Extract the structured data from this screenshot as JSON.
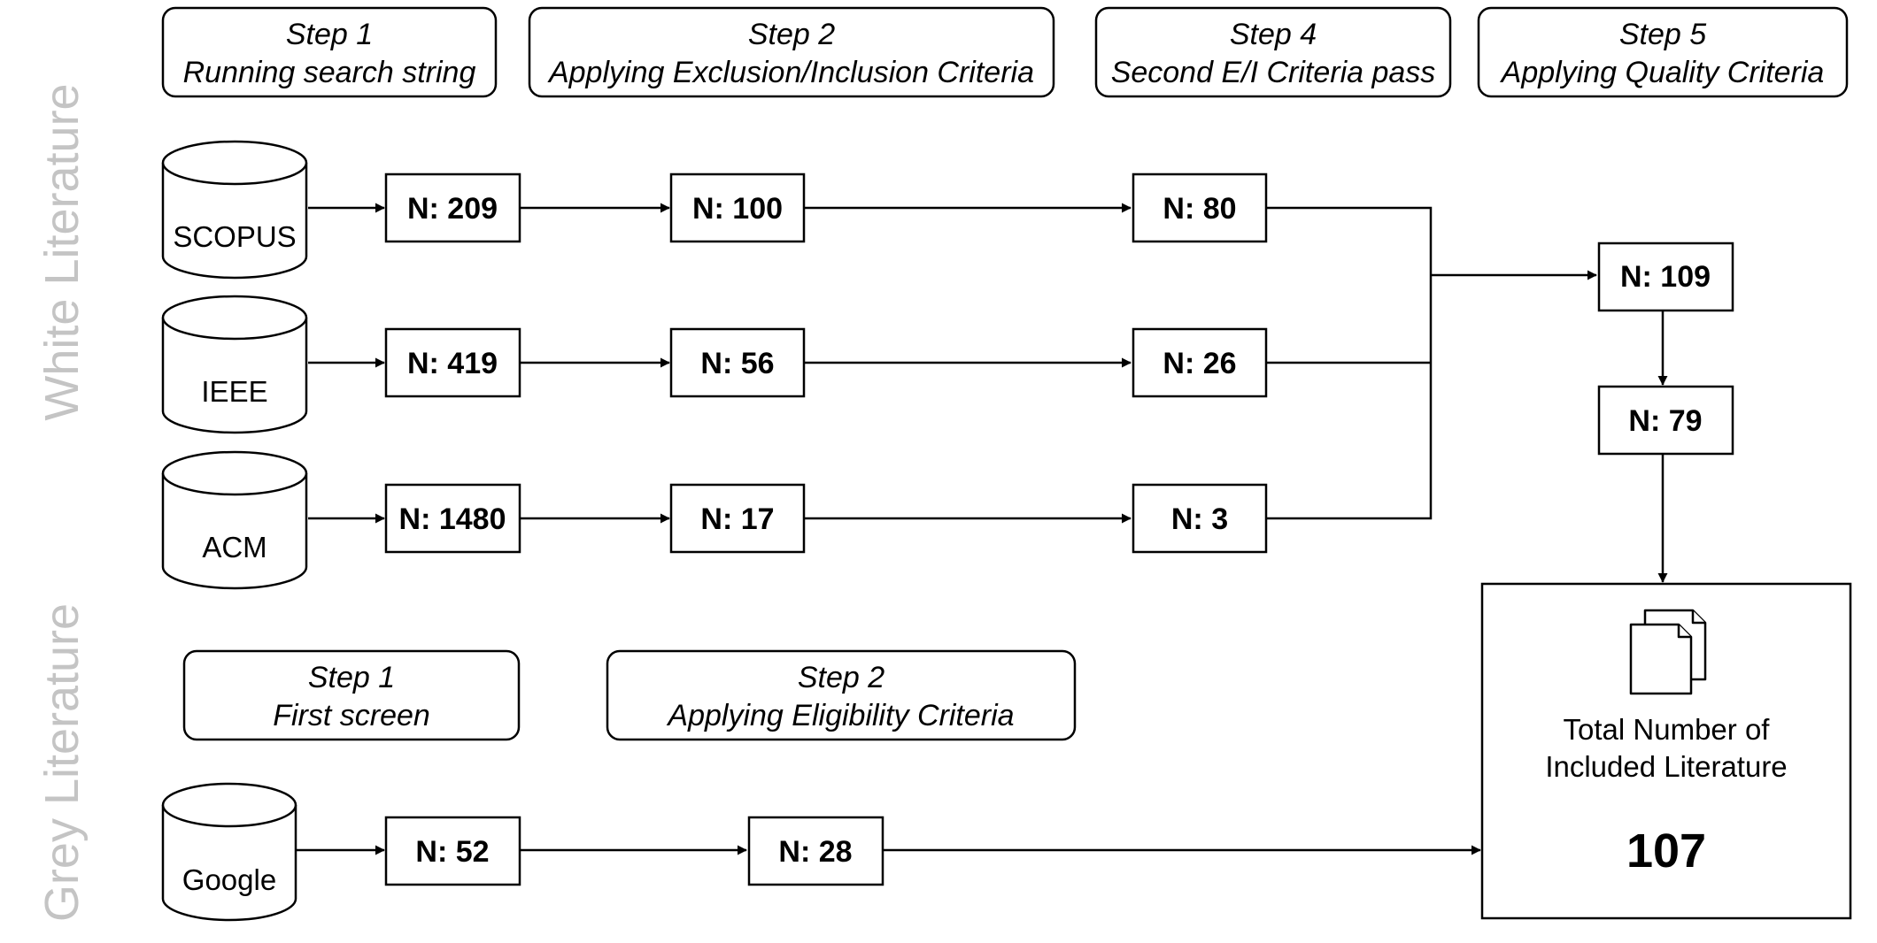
{
  "sections": {
    "white": "White Literature",
    "grey": "Grey Literature"
  },
  "steps": {
    "white": [
      {
        "title": "Step 1",
        "subtitle": "Running search string"
      },
      {
        "title": "Step 2",
        "subtitle": "Applying Exclusion/Inclusion Criteria"
      },
      {
        "title": "Step 4",
        "subtitle": "Second E/I Criteria pass"
      },
      {
        "title": "Step 5",
        "subtitle": "Applying Quality Criteria"
      }
    ],
    "grey": [
      {
        "title": "Step 1",
        "subtitle": "First screen"
      },
      {
        "title": "Step 2",
        "subtitle": "Applying Eligibility Criteria"
      }
    ]
  },
  "sources": {
    "white": [
      {
        "name": "SCOPUS",
        "counts": [
          "N: 209",
          "N: 100",
          "N: 80"
        ]
      },
      {
        "name": "IEEE",
        "counts": [
          "N: 419",
          "N: 56",
          "N: 26"
        ]
      },
      {
        "name": "ACM",
        "counts": [
          "N: 1480",
          "N: 17",
          "N: 3"
        ]
      }
    ],
    "grey": [
      {
        "name": "Google",
        "counts": [
          "N: 52",
          "N: 28"
        ]
      }
    ]
  },
  "merged": {
    "combined": "N: 109",
    "after_quality": "N: 79"
  },
  "total": {
    "line1": "Total Number of",
    "line2": "Included Literature",
    "value": "107"
  },
  "colors": {
    "stroke": "#000000",
    "side_label": "#c4c4c4",
    "background": "#ffffff"
  },
  "icons": {
    "sources": "database-icon",
    "total": "documents-icon"
  }
}
